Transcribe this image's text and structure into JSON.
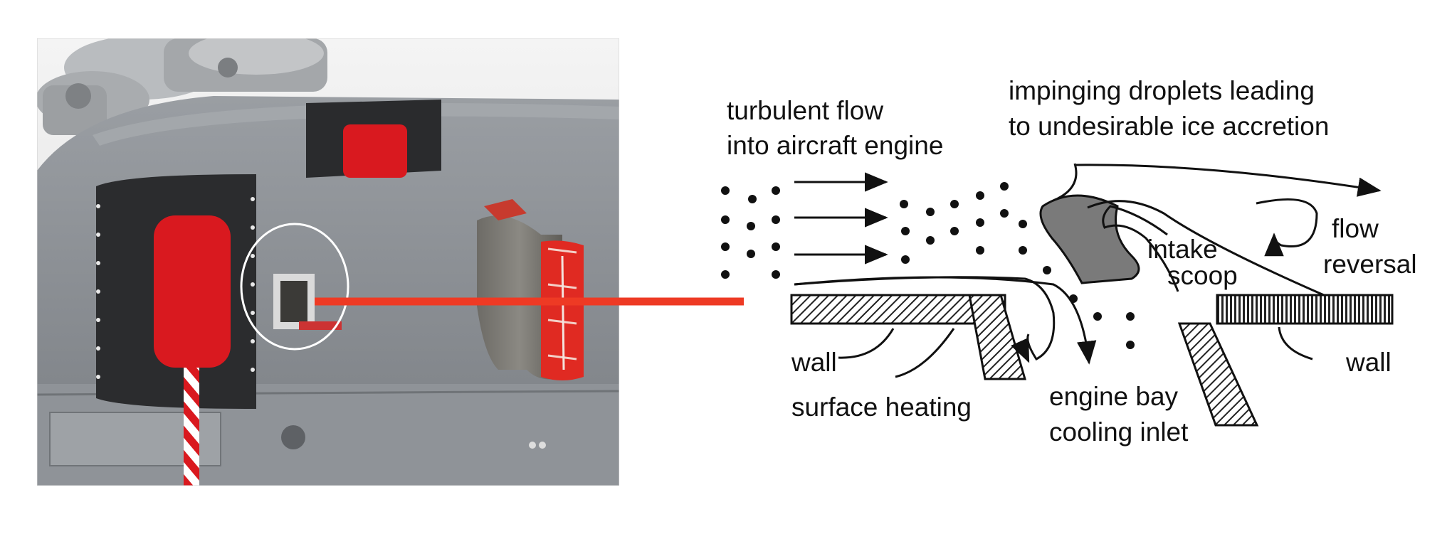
{
  "diagram": {
    "labels": {
      "turbulent_1": "turbulent flow",
      "turbulent_2": "into aircraft engine",
      "impinging_1": "impinging droplets leading",
      "impinging_2": "to undesirable ice accretion",
      "intake_1": "intake",
      "intake_2": "scoop",
      "flow_reversal_1": "flow",
      "flow_reversal_2": "reversal",
      "wall_left": "wall",
      "wall_right": "wall",
      "surface_heating": "surface heating",
      "engine_bay_1": "engine bay",
      "engine_bay_2": "cooling inlet"
    }
  },
  "colors": {
    "connector": "#ee3a24",
    "fuselage": "#8d9196",
    "cover_red": "#d9191f",
    "ice": "#7a7a7a",
    "hatch": "#222222"
  },
  "photo": {
    "subject": "helicopter-engine-intake-photo"
  }
}
